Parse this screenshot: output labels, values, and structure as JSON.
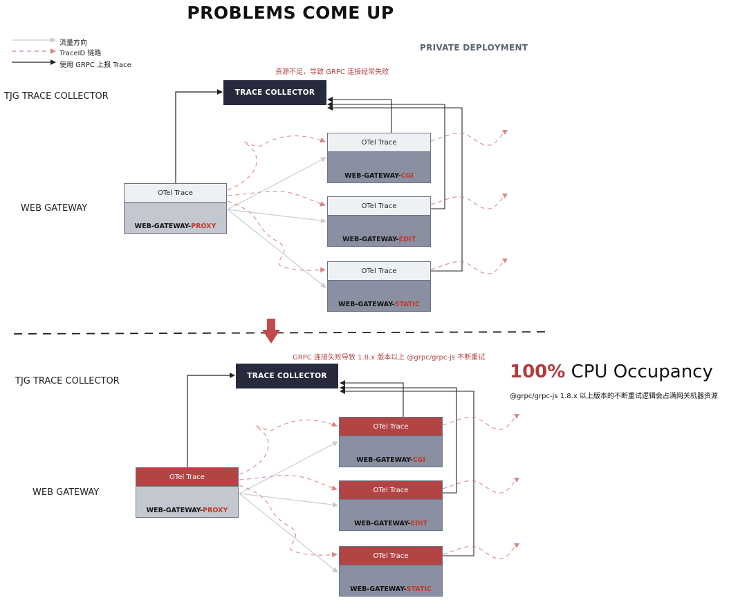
{
  "title": "PROBLEMS COME UP",
  "legend": [
    {
      "label": "流量方向",
      "color": "#c9ccd3",
      "style": "solid"
    },
    {
      "label": "TraceID 链路",
      "color": "#d9888a",
      "style": "dashed"
    },
    {
      "label": "使用 GRPC 上报 Trace",
      "color": "#222222",
      "style": "solid"
    }
  ],
  "private_deployment": "PRIVATE DEPLOYMENT",
  "top": {
    "note": "资源不足，导致 GRPC 连接经常失败",
    "collector_label": "TJG TRACE COLLECTOR",
    "collector": "TRACE COLLECTOR",
    "gateway_label": "WEB GATEWAY",
    "proxy": {
      "header": "OTel Trace",
      "prefix": "WEB-GATEWAY-",
      "suffix": "PROXY"
    },
    "services": [
      {
        "header": "OTel Trace",
        "prefix": "WEB-GATEWAY-",
        "suffix": "CGI"
      },
      {
        "header": "OTel Trace",
        "prefix": "WEB-GATEWAY-",
        "suffix": "EDIT"
      },
      {
        "header": "OTel Trace",
        "prefix": "WEB-GATEWAY-",
        "suffix": "STATIC"
      }
    ]
  },
  "bottom": {
    "note": "GRPC 连接失败导致 1.8.x 版本以上 @grpc/grpc-js 不断重试",
    "collector_label": "TJG TRACE COLLECTOR",
    "collector": "TRACE COLLECTOR",
    "gateway_label": "WEB GATEWAY",
    "proxy": {
      "header": "OTel Trace",
      "prefix": "WEB-GATEWAY-",
      "suffix": "PROXY"
    },
    "services": [
      {
        "header": "OTel Trace",
        "prefix": "WEB-GATEWAY-",
        "suffix": "CGI"
      },
      {
        "header": "OTel Trace",
        "prefix": "WEB-GATEWAY-",
        "suffix": "EDIT"
      },
      {
        "header": "OTel Trace",
        "prefix": "WEB-GATEWAY-",
        "suffix": "STATIC"
      }
    ]
  },
  "cpu": {
    "percent": "100%",
    "text": " CPU Occupancy",
    "note": "@grpc/grpc-js 1.8.x 以上版本的不断重试逻辑会占满网关机器资源"
  },
  "colors": {
    "collector": "#262a3c",
    "error": "#b24444",
    "accent": "#c0392b",
    "traceid": "#d9888a",
    "flow": "#c9ccd3"
  }
}
